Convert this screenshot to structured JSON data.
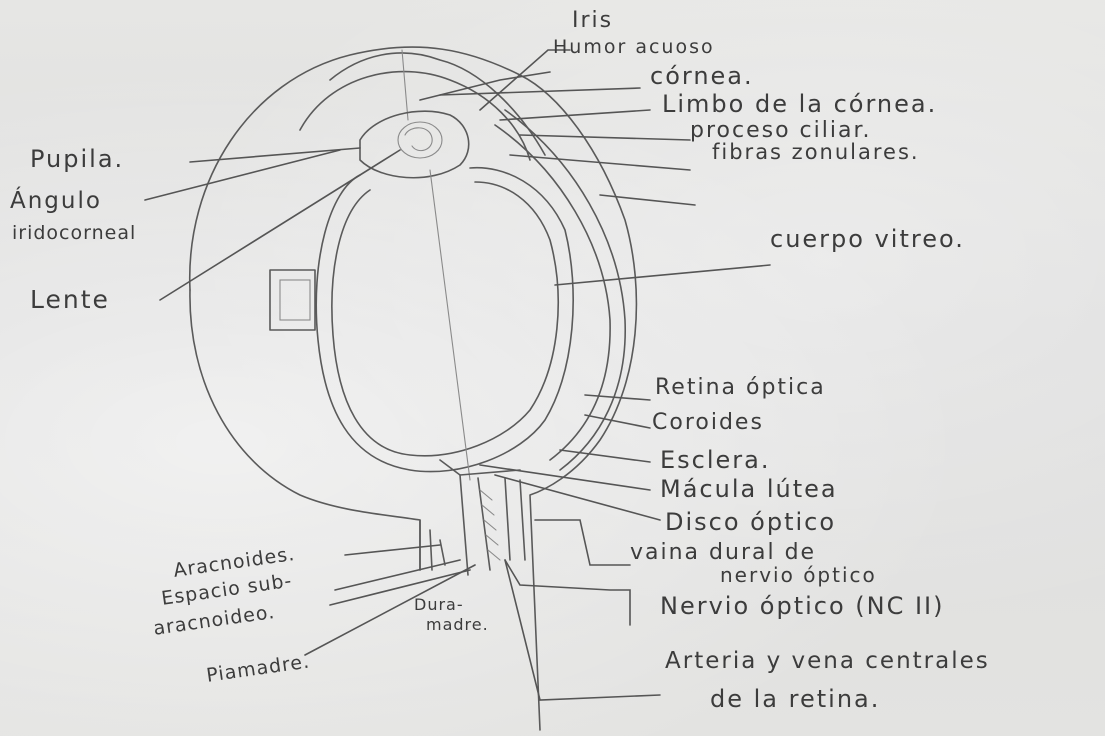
{
  "labels": {
    "iris": "Iris",
    "humor_acuoso": "Humor acuoso",
    "cornea": "córnea.",
    "limbo": "Limbo de la córnea.",
    "proceso_ciliar": "proceso ciliar.",
    "fibras_zonulares": "fibras zonulares.",
    "pupila": "Pupila.",
    "angulo_1": "Ángulo",
    "angulo_2": "iridocorneal",
    "lente": "Lente",
    "cuerpo_vitreo": "cuerpo vitreo.",
    "retina_optica": "Retina óptica",
    "coroides": "Coroides",
    "esclera": "Esclera.",
    "macula": "Mácula lútea",
    "disco_optico": "Disco óptico",
    "vaina_1": "vaina dural de",
    "vaina_2": "nervio óptico",
    "nervio_optico": "Nervio óptico (NC II)",
    "arteria_1": "Arteria y vena centrales",
    "arteria_2": "de la retina.",
    "aracnoides": "Aracnoides.",
    "espacio_1": "Espacio sub-",
    "espacio_2": "aracnoideo.",
    "duramadre_1": "Dura-",
    "duramadre_2": "madre.",
    "piamadre": "Piamadre."
  },
  "colors": {
    "pencil": "#5a5a5a",
    "paper": "#e2e2e0"
  }
}
